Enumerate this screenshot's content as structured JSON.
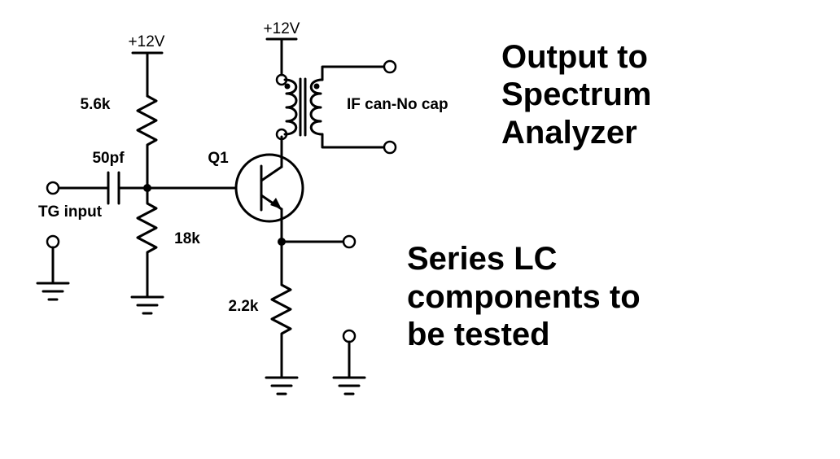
{
  "labels": {
    "rail_left": "+12V",
    "rail_right": "+12V",
    "r_top": "5.6k",
    "cap": "50pf",
    "transistor": "Q1",
    "transformer": "IF can-No cap",
    "tg_input": "TG input",
    "r_bottom": "18k",
    "r_emitter": "2.2k"
  },
  "output_title": [
    "Output to",
    "Spectrum",
    "Analyzer"
  ],
  "lc_title": [
    "Series LC",
    "components to",
    "be tested"
  ]
}
